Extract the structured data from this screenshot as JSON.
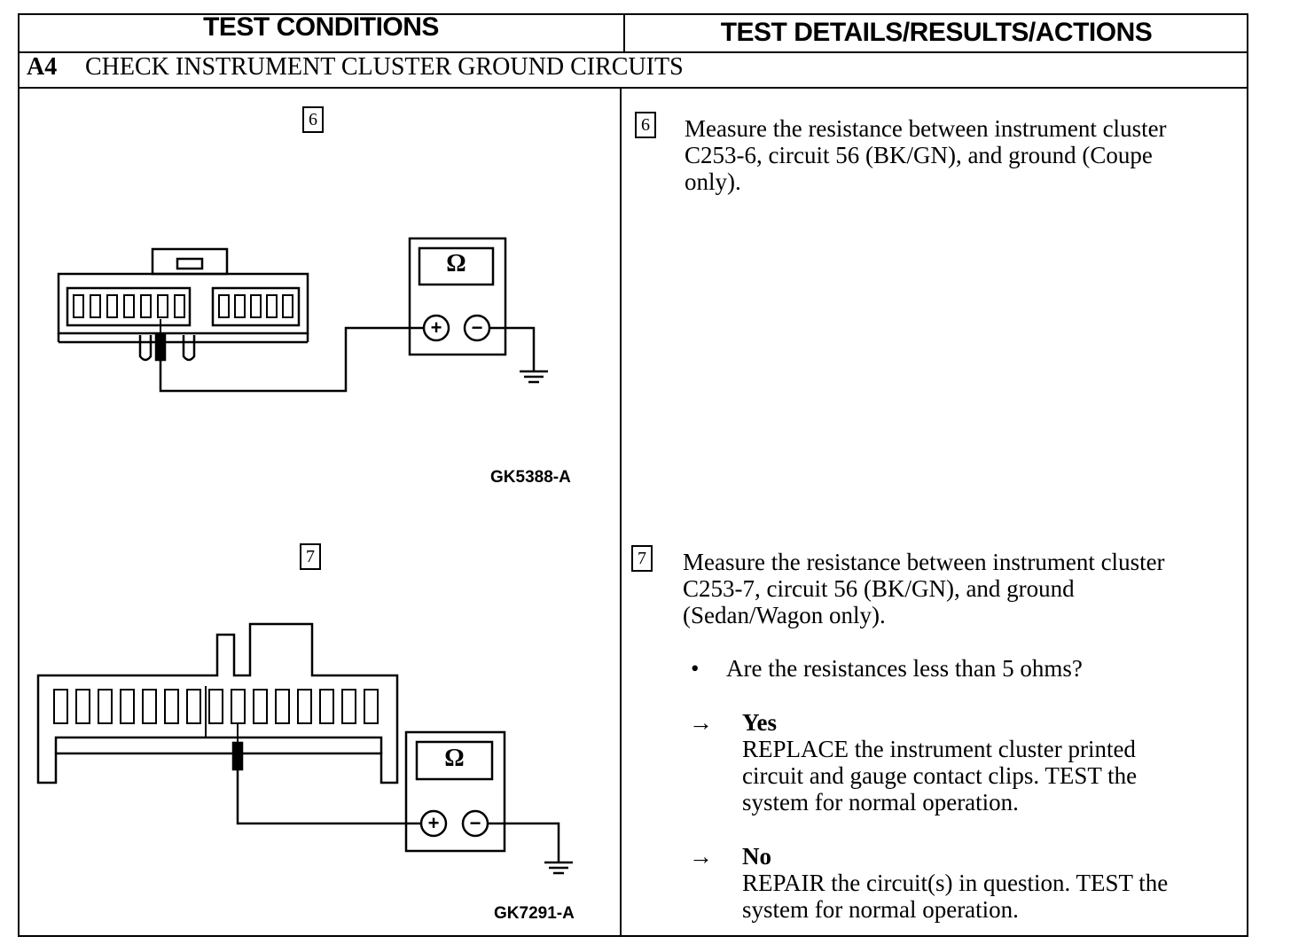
{
  "header": {
    "left": "TEST CONDITIONS",
    "right": "TEST DETAILS/RESULTS/ACTIONS"
  },
  "section": {
    "code": "A4",
    "title": "CHECK INSTRUMENT CLUSTER GROUND CIRCUITS"
  },
  "steps": [
    {
      "number": "6",
      "lines": [
        "Measure the resistance between instrument cluster",
        "C253-6, circuit 56 (BK/GN), and ground (Coupe",
        "only)."
      ],
      "figure_id": "GK5388-A"
    },
    {
      "number": "7",
      "lines": [
        "Measure the resistance between instrument cluster",
        "C253-7, circuit 56 (BK/GN), and ground",
        "(Sedan/Wagon only)."
      ],
      "figure_id": "GK7291-A"
    }
  ],
  "question": {
    "bullet": "•",
    "text": "Are the resistances less than 5 ohms?"
  },
  "answers": {
    "arrow": "→",
    "yes": {
      "label": "Yes",
      "lines": [
        "REPLACE the instrument cluster printed",
        "circuit and gauge contact clips. TEST the",
        "system for normal operation."
      ]
    },
    "no": {
      "label": "No",
      "lines": [
        "REPAIR the circuit(s) in question. TEST the",
        "system for normal operation."
      ]
    }
  },
  "meter": {
    "symbol": "Ω",
    "plus": "+",
    "minus": "−"
  }
}
